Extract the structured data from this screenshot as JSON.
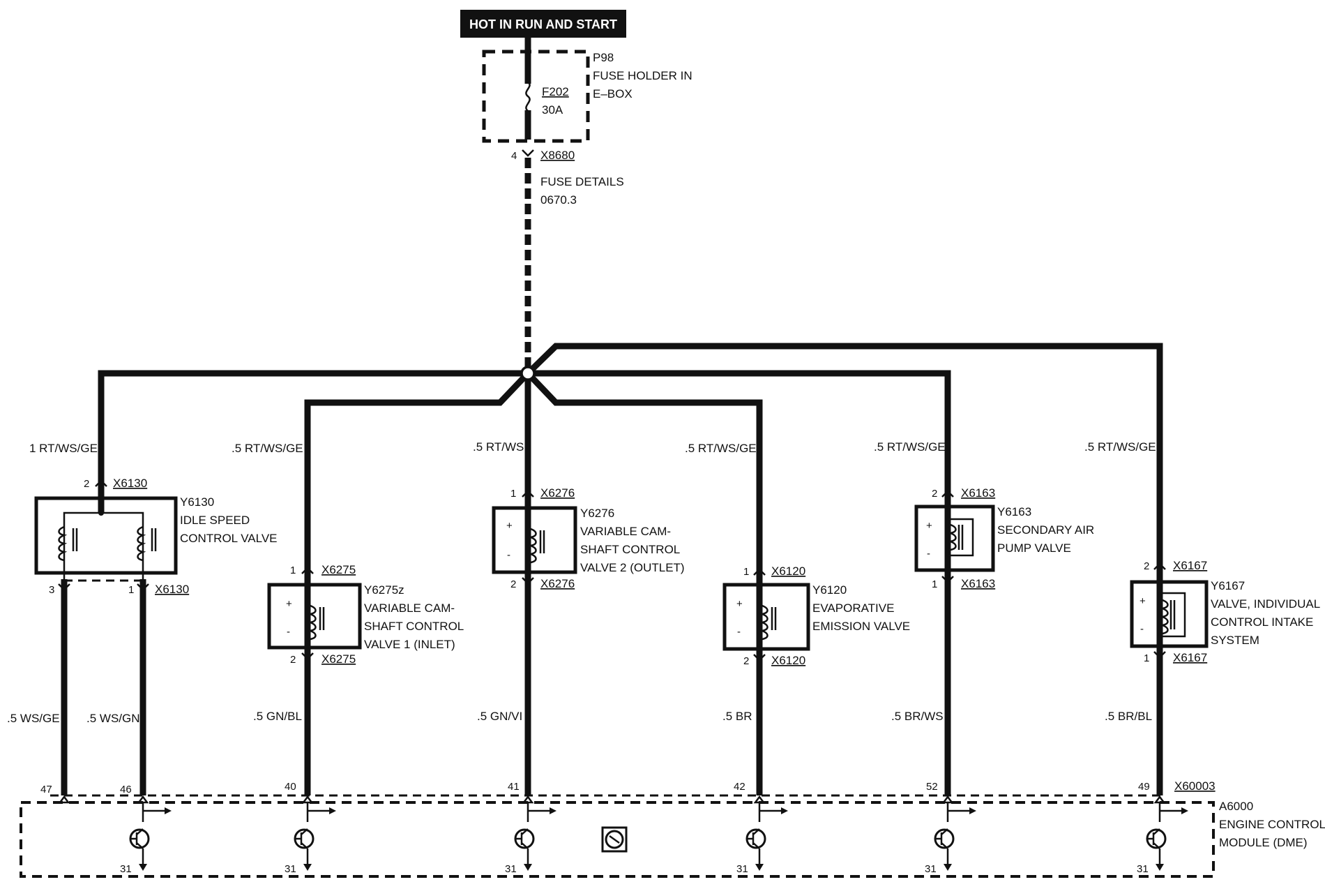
{
  "power": {
    "banner": "HOT IN RUN AND START"
  },
  "fuse_holder": {
    "ref": "P98",
    "desc1": "FUSE HOLDER IN",
    "desc2": "E–BOX",
    "fuse": "F202",
    "rating": "30A",
    "pin": "4",
    "connector": "X8680",
    "details1": "FUSE DETAILS",
    "details2": "0670.3"
  },
  "components": [
    {
      "id": "Y6130",
      "desc": [
        "IDLE SPEED",
        "CONTROL VALVE"
      ],
      "wire_top": "1 RT/WS/GE",
      "pin_top": "2",
      "conn_top": "X6130",
      "pin_b1": "3",
      "pin_b2": "1",
      "conn_bottom": "X6130",
      "wire_b1": ".5 WS/GE",
      "wire_b2": ".5 WS/GN",
      "ecm_pin1": "47",
      "ecm_pin2": "46",
      "ground": "31"
    },
    {
      "id": "Y6275z",
      "desc": [
        "VARIABLE CAM-",
        "SHAFT CONTROL",
        "VALVE 1 (INLET)"
      ],
      "wire_top": ".5 RT/WS/GE",
      "pin_top": "1",
      "conn_top": "X6275",
      "pin_bottom": "2",
      "conn_bottom": "X6275",
      "wire_bottom": ".5 GN/BL",
      "ecm_pin": "40",
      "ground": "31"
    },
    {
      "id": "Y6276",
      "desc": [
        "VARIABLE CAM-",
        "SHAFT CONTROL",
        "VALVE 2 (OUTLET)"
      ],
      "wire_top": ".5 RT/WS",
      "pin_top": "1",
      "conn_top": "X6276",
      "pin_bottom": "2",
      "conn_bottom": "X6276",
      "wire_bottom": ".5 GN/VI",
      "ecm_pin": "41",
      "ground": "31"
    },
    {
      "id": "Y6120",
      "desc": [
        "EVAPORATIVE",
        "EMISSION VALVE"
      ],
      "wire_top": ".5 RT/WS/GE",
      "pin_top": "1",
      "conn_top": "X6120",
      "pin_bottom": "2",
      "conn_bottom": "X6120",
      "wire_bottom": ".5 BR",
      "ecm_pin": "42",
      "ground": "31"
    },
    {
      "id": "Y6163",
      "desc": [
        "SECONDARY AIR",
        "PUMP VALVE"
      ],
      "wire_top": ".5 RT/WS/GE",
      "pin_top": "2",
      "conn_top": "X6163",
      "pin_bottom": "1",
      "conn_bottom": "X6163",
      "wire_bottom": ".5 BR/WS",
      "ecm_pin": "52",
      "ground": "31"
    },
    {
      "id": "Y6167",
      "desc": [
        "VALVE, INDIVIDUAL",
        "CONTROL INTAKE",
        "SYSTEM"
      ],
      "wire_top": ".5 RT/WS/GE",
      "pin_top": "2",
      "conn_top": "X6167",
      "pin_bottom": "1",
      "conn_bottom": "X6167",
      "wire_bottom": ".5 BR/BL",
      "ecm_pin": "49",
      "ground": "31"
    }
  ],
  "ecm": {
    "connector": "X60003",
    "ref": "A6000",
    "desc1": "ENGINE CONTROL",
    "desc2": "MODULE (DME)"
  },
  "symbols": {
    "plus": "+",
    "minus": "-"
  }
}
